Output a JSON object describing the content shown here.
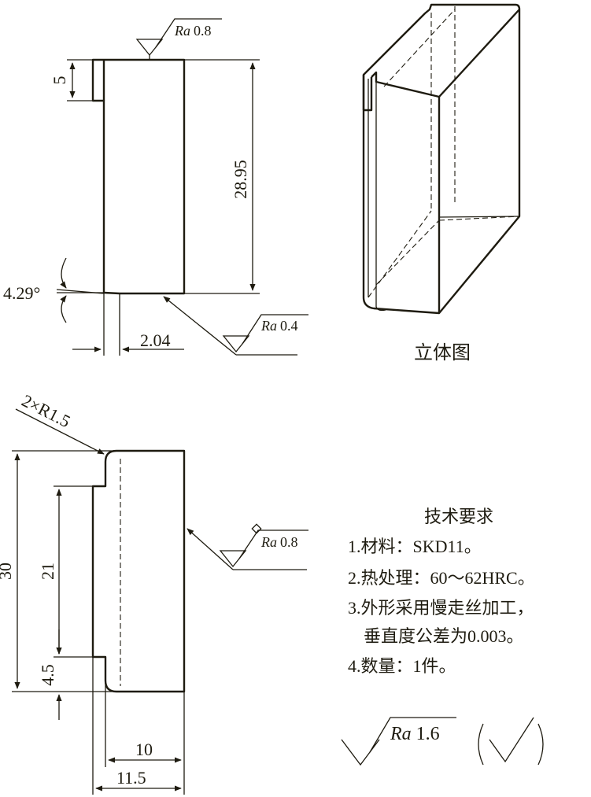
{
  "front_view": {
    "dims": {
      "step_height": "5",
      "overall_height": "28.95",
      "angle": "4.29°",
      "bottom_offset": "2.04"
    },
    "roughness_top": {
      "sym": "Ra",
      "val": "0.8"
    },
    "roughness_bottom": {
      "sym": "Ra",
      "val": "0.4"
    }
  },
  "iso_view": {
    "caption": "立体图"
  },
  "side_view": {
    "dims": {
      "fillet": "2×R1.5",
      "total_height": "30",
      "inner_height": "21",
      "low_step": "4.5",
      "width_inner": "10",
      "width_total": "11.5"
    },
    "roughness_right": {
      "sym": "Ra",
      "val": "0.8"
    }
  },
  "tech_req": {
    "title": "技术要求",
    "items": [
      "1.材料：SKD11。",
      "2.热处理：60～62HRC。",
      "3.外形采用慢走丝加工，",
      "垂直度公差为0.003。",
      "4.数量：1件。"
    ]
  },
  "general_roughness": {
    "sym": "Ra",
    "val": "1.6"
  }
}
